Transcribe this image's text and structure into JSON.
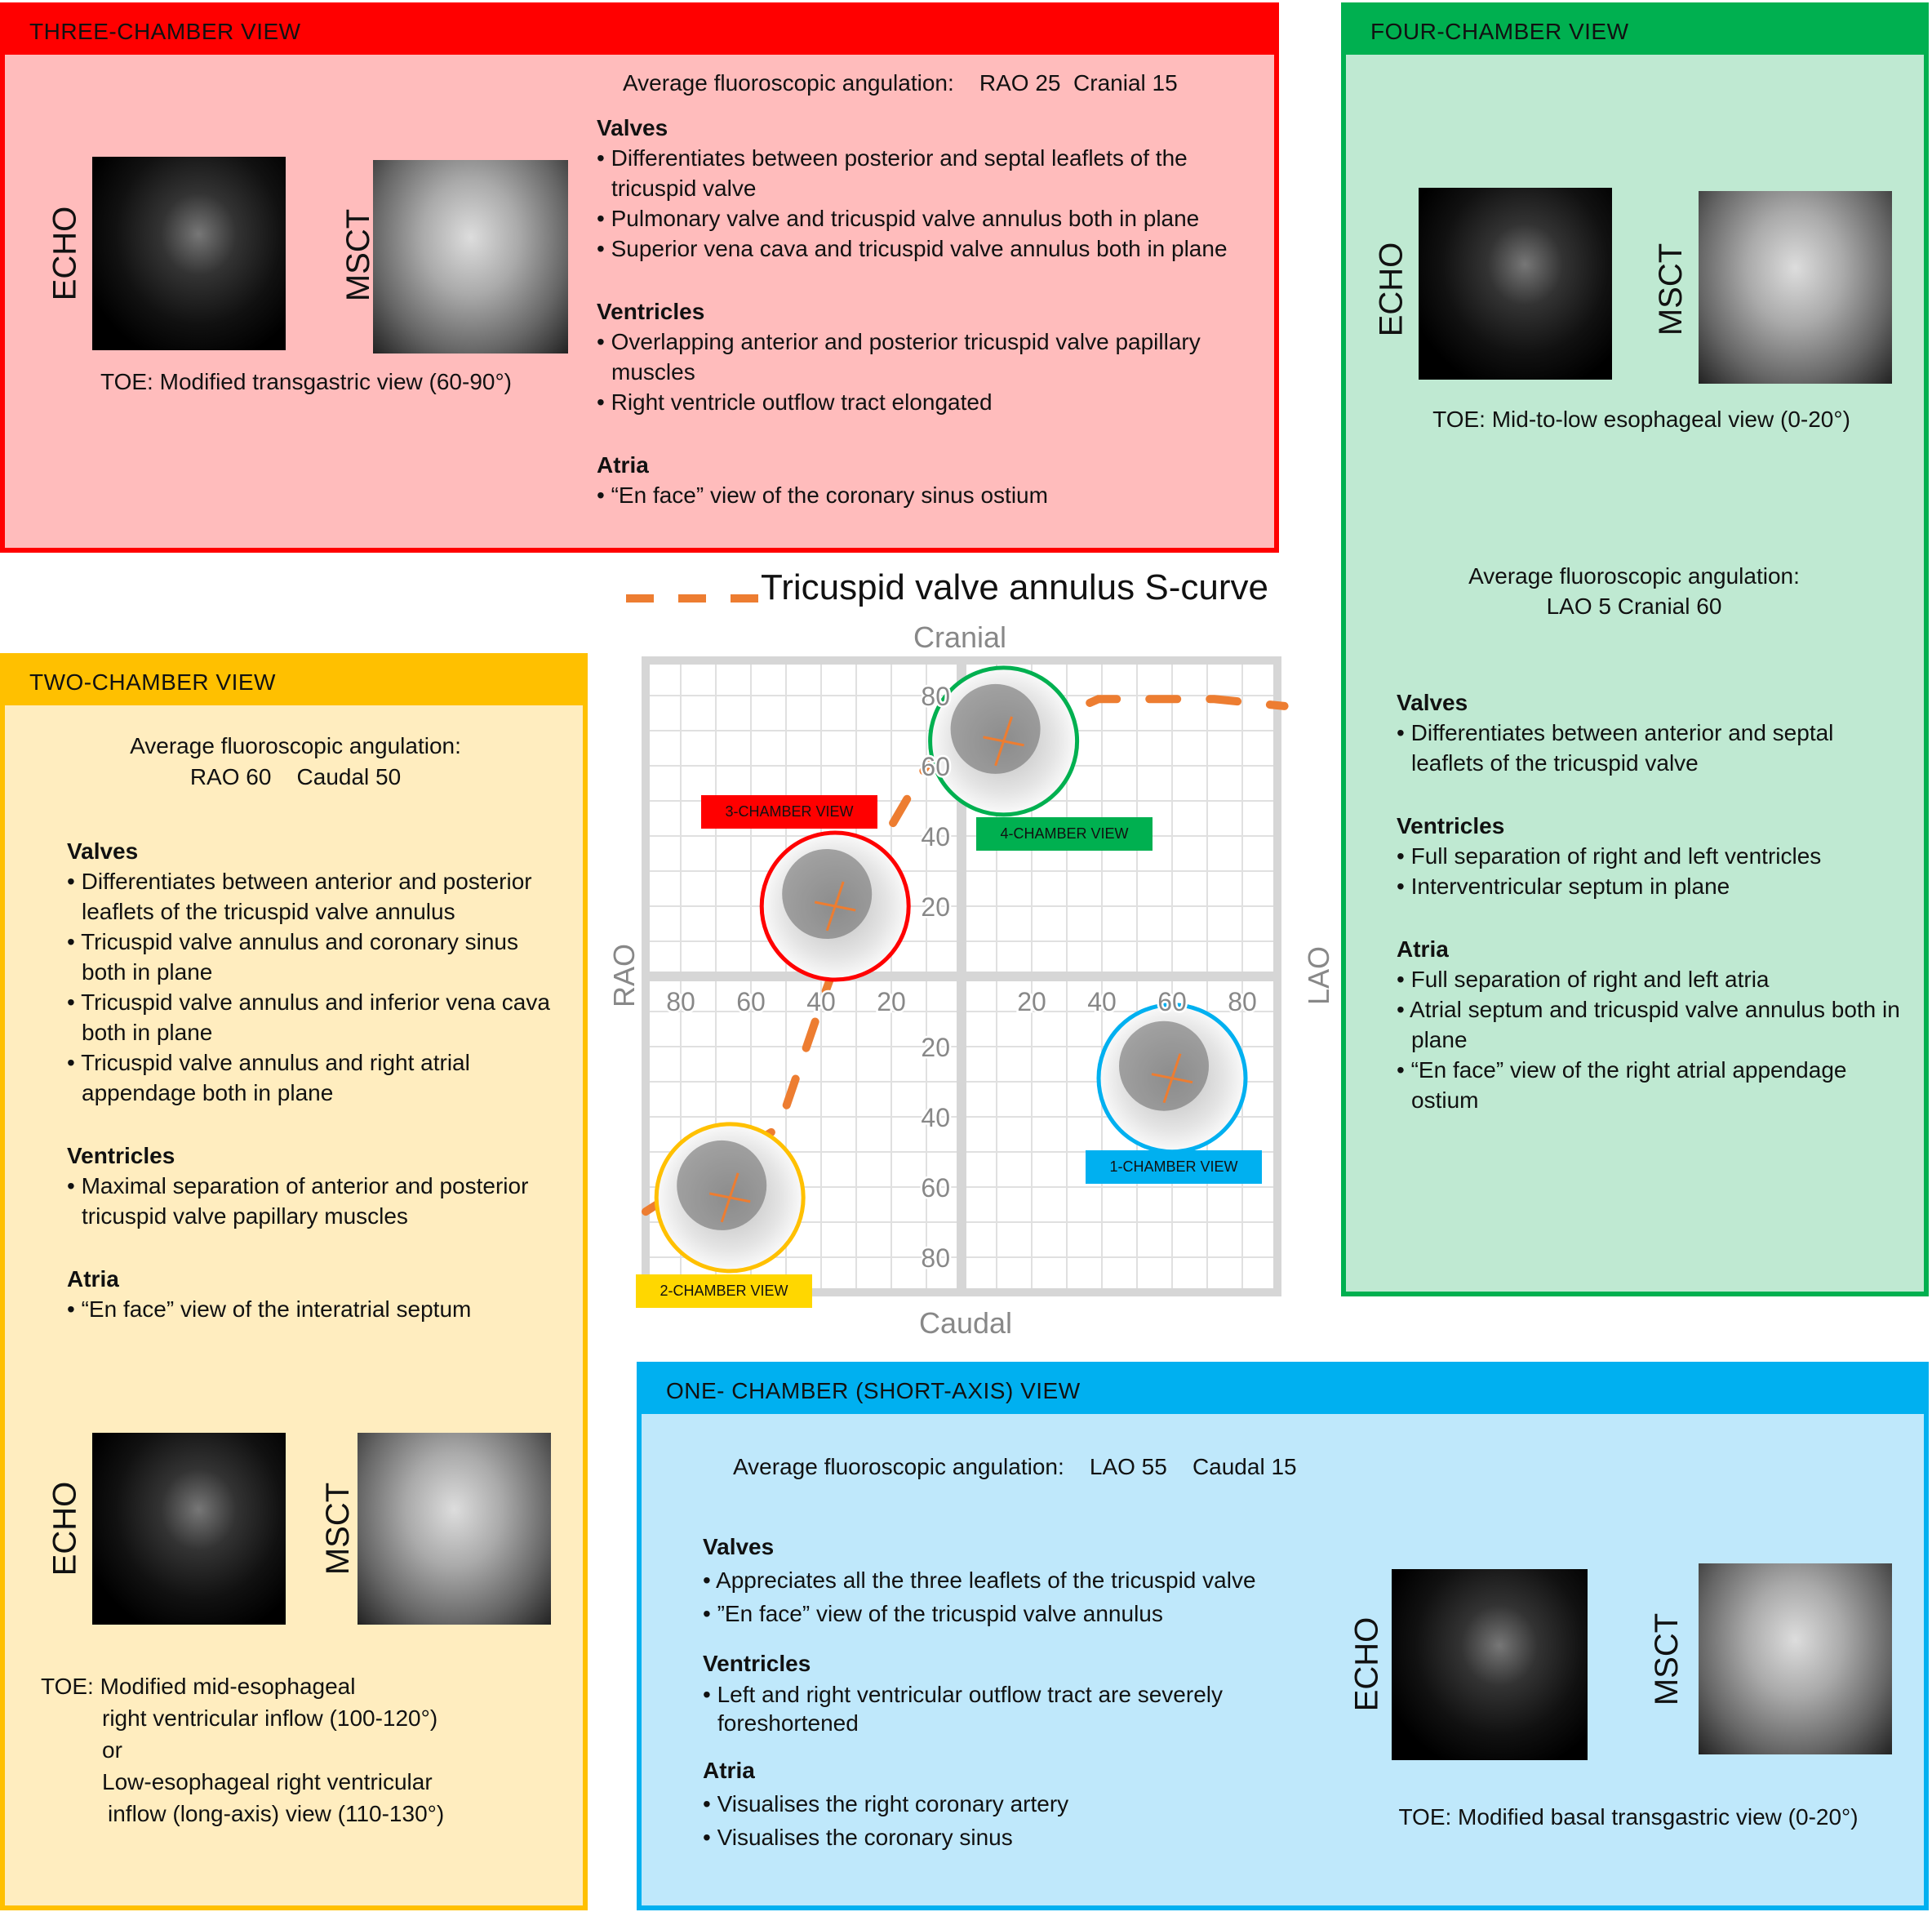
{
  "three_chamber": {
    "title": "THREE-CHAMBER  VIEW",
    "angulation": "Average fluoroscopic angulation:    RAO 25  Cranial 15",
    "echo_label": "ECHO",
    "msct_label": "MSCT",
    "toe": "TOE: Modified transgastric view (60-90°)",
    "valves_heading": "Valves",
    "valves": [
      "Differentiates between posterior and septal leaflets of the tricuspid valve",
      "Pulmonary valve and tricuspid valve annulus both in plane",
      "Superior vena cava and tricuspid valve annulus both in plane"
    ],
    "ventricles_heading": "Ventricles",
    "ventricles": [
      "Overlapping anterior and posterior tricuspid valve papillary muscles",
      "Right ventricle outflow tract elongated"
    ],
    "atria_heading": "Atria",
    "atria": [
      "“En face” view of the coronary sinus ostium"
    ],
    "color": "#ff0000",
    "bg": "#ffbcbc"
  },
  "four_chamber": {
    "title": "FOUR-CHAMBER  VIEW",
    "echo_label": "ECHO",
    "msct_label": "MSCT",
    "toe": "TOE: Mid-to-low esophageal view (0-20°)",
    "angulation_1": "Average fluoroscopic angulation:",
    "angulation_2": "LAO 5  Cranial 60",
    "valves_heading": "Valves",
    "valves": [
      "Differentiates between anterior and septal leaflets of the tricuspid valve"
    ],
    "ventricles_heading": "Ventricles",
    "ventricles": [
      "Full separation of right and left ventricles",
      "Interventricular septum in plane"
    ],
    "atria_heading": "Atria",
    "atria": [
      "Full separation of right and left atria",
      "Atrial septum and tricuspid valve annulus both in plane",
      "“En face” view of the right atrial appendage ostium"
    ],
    "color": "#00b050",
    "bg": "#bfe9d2"
  },
  "two_chamber": {
    "title": "TWO-CHAMBER  VIEW",
    "angulation_1": "Average fluoroscopic angulation:",
    "angulation_2": "RAO 60    Caudal 50",
    "valves_heading": "Valves",
    "valves": [
      "Differentiates between anterior and posterior leaflets of the tricuspid valve annulus",
      "Tricuspid valve annulus and coronary sinus both in plane",
      "Tricuspid valve annulus and inferior vena cava both in plane",
      "Tricuspid valve annulus and right atrial appendage both in plane"
    ],
    "ventricles_heading": "Ventricles",
    "ventricles": [
      "Maximal separation of anterior and posterior tricuspid valve papillary muscles"
    ],
    "atria_heading": "Atria",
    "atria": [
      "“En face” view of the interatrial septum"
    ],
    "echo_label": "ECHO",
    "msct_label": "MSCT",
    "toe_lines": [
      "TOE: Modified mid-esophageal",
      "right ventricular inflow (100-120°)",
      "or",
      "Low-esophageal right ventricular",
      "inflow (long-axis) view (110-130°)"
    ],
    "color": "#ffc000",
    "bg": "#ffedbf"
  },
  "one_chamber": {
    "title": "ONE- CHAMBER (SHORT-AXIS)  VIEW",
    "angulation": "Average fluoroscopic angulation:    LAO 55    Caudal 15",
    "valves_heading": "Valves",
    "valves": [
      "Appreciates all the three leaflets of the tricuspid  valve",
      "”En face” view of the tricuspid valve annulus"
    ],
    "ventricles_heading": "Ventricles",
    "ventricles": [
      "Left and right ventricular outflow tract are severely foreshortened"
    ],
    "atria_heading": "Atria",
    "atria": [
      "Visualises the right coronary artery",
      "Visualises the coronary sinus"
    ],
    "echo_label": "ECHO",
    "msct_label": "MSCT",
    "toe": "TOE: Modified basal transgastric view (0-20°)",
    "color": "#00b0f0",
    "bg": "#bfe8fb"
  },
  "chart_data": {
    "type": "scatter",
    "title": "Tricuspid valve annulus S-curve",
    "top_label": "Cranial",
    "bottom_label": "Caudal",
    "left_label": "RAO",
    "right_label": "LAO",
    "xlim": [
      -90,
      90
    ],
    "ylim": [
      -90,
      90
    ],
    "grid": true,
    "grid_step": 10,
    "x_ticks": [
      -80,
      -60,
      -40,
      -20,
      20,
      40,
      60,
      80
    ],
    "x_tick_labels": [
      "80",
      "60",
      "40",
      "20",
      "20",
      "40",
      "60",
      "80"
    ],
    "y_ticks": [
      80,
      60,
      40,
      20,
      -20,
      -40,
      -60,
      -80
    ],
    "y_tick_labels": [
      "80",
      "60",
      "40",
      "20",
      "20",
      "40",
      "60",
      "80"
    ],
    "curve_color": "#ed7d31",
    "curve": [
      [
        -90,
        -67
      ],
      [
        -52,
        -43
      ],
      [
        -39,
        -5
      ],
      [
        -24,
        36
      ],
      [
        -10,
        60
      ],
      [
        12,
        67
      ],
      [
        39,
        79
      ],
      [
        72,
        79
      ],
      [
        92,
        77
      ]
    ],
    "views": [
      {
        "label": "3-CHAMBER VIEW",
        "x": -36,
        "y": 20,
        "color": "#ff0000"
      },
      {
        "label": "4-CHAMBER VIEW",
        "x": 12,
        "y": 67,
        "color": "#00b050"
      },
      {
        "label": "2-CHAMBER VIEW",
        "x": -66,
        "y": -63,
        "color": "#ffc000",
        "label_color": "#ffd700"
      },
      {
        "label": "1-CHAMBER VIEW",
        "x": 60,
        "y": -29,
        "color": "#00b0f0"
      }
    ]
  }
}
